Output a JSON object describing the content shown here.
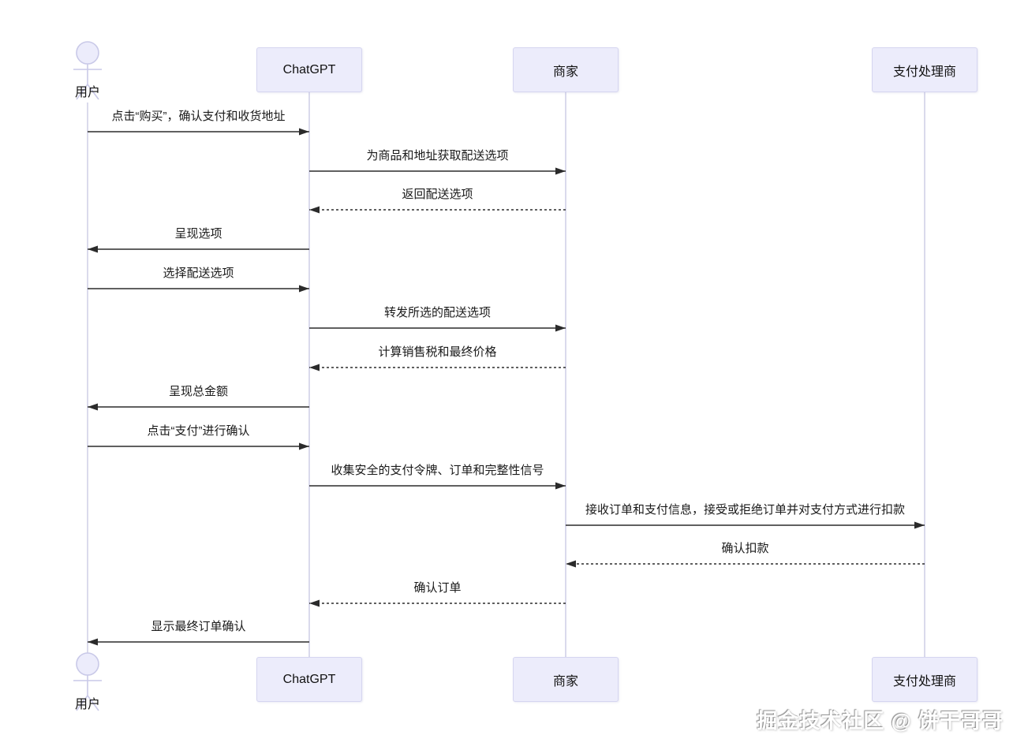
{
  "diagram": {
    "actors": [
      {
        "name": "用户",
        "kind": "actor"
      },
      {
        "name": "ChatGPT",
        "kind": "participant"
      },
      {
        "name": "商家",
        "kind": "participant"
      },
      {
        "name": "支付处理商",
        "kind": "participant"
      }
    ],
    "messages": [
      {
        "from": "用户",
        "to": "ChatGPT",
        "text": "点击“购买”，确认支付和收货地址",
        "line": "solid"
      },
      {
        "from": "ChatGPT",
        "to": "商家",
        "text": "为商品和地址获取配送选项",
        "line": "solid"
      },
      {
        "from": "商家",
        "to": "ChatGPT",
        "text": "返回配送选项",
        "line": "dashed"
      },
      {
        "from": "ChatGPT",
        "to": "用户",
        "text": "呈现选项",
        "line": "solid"
      },
      {
        "from": "用户",
        "to": "ChatGPT",
        "text": "选择配送选项",
        "line": "solid"
      },
      {
        "from": "ChatGPT",
        "to": "商家",
        "text": "转发所选的配送选项",
        "line": "solid"
      },
      {
        "from": "商家",
        "to": "ChatGPT",
        "text": "计算销售税和最终价格",
        "line": "dashed"
      },
      {
        "from": "ChatGPT",
        "to": "用户",
        "text": "呈现总金额",
        "line": "solid"
      },
      {
        "from": "用户",
        "to": "ChatGPT",
        "text": "点击“支付”进行确认",
        "line": "solid"
      },
      {
        "from": "ChatGPT",
        "to": "商家",
        "text": "收集安全的支付令牌、订单和完整性信号",
        "line": "solid"
      },
      {
        "from": "商家",
        "to": "支付处理商",
        "text": "接收订单和支付信息，接受或拒绝订单并对支付方式进行扣款",
        "line": "solid"
      },
      {
        "from": "支付处理商",
        "to": "商家",
        "text": "确认扣款",
        "line": "dashed"
      },
      {
        "from": "商家",
        "to": "ChatGPT",
        "text": "确认订单",
        "line": "dashed"
      },
      {
        "from": "ChatGPT",
        "to": "用户",
        "text": "显示最终订单确认",
        "line": "solid"
      }
    ]
  },
  "watermark": {
    "text": "掘金技术社区 @ 饼干哥哥"
  },
  "colors": {
    "background": "#ffffff",
    "box_fill": "#ECECFB",
    "box_border": "#D5D5F0",
    "lifeline": "#D0D0E8",
    "arrow": "#2b2b2b",
    "text": "#111111"
  }
}
